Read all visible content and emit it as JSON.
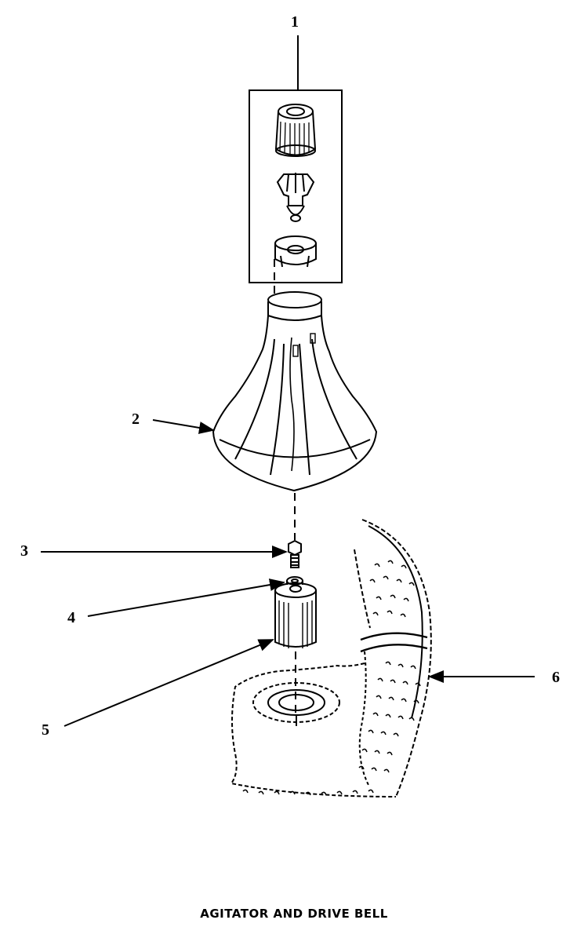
{
  "diagram": {
    "caption": "AGITATOR AND DRIVE BELL",
    "callouts": [
      "1",
      "2",
      "3",
      "4",
      "5",
      "6"
    ],
    "parts": [
      {
        "callout": "1",
        "icon": "agitator-cap-assembly-icon"
      },
      {
        "callout": "2",
        "icon": "agitator-icon"
      },
      {
        "callout": "3",
        "icon": "screw-icon"
      },
      {
        "callout": "4",
        "icon": "washer-icon"
      },
      {
        "callout": "5",
        "icon": "drive-bell-icon"
      },
      {
        "callout": "6",
        "icon": "wash-basket-icon"
      }
    ],
    "line_color": "#000000",
    "background": "#ffffff"
  }
}
